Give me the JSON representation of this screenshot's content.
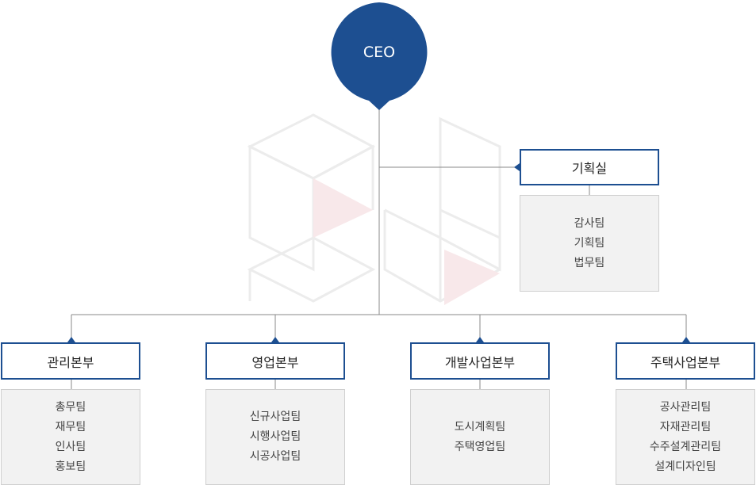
{
  "ceo": {
    "label": "CEO"
  },
  "planning": {
    "title": "기획실",
    "teams": [
      "감사팀",
      "기획팀",
      "법무팀"
    ]
  },
  "divisions": [
    {
      "title": "관리본부",
      "teams": [
        "총무팀",
        "재무팀",
        "인사팀",
        "홍보팀"
      ]
    },
    {
      "title": "영업본부",
      "teams": [
        "신규사업팀",
        "시행사업팀",
        "시공사업팀"
      ]
    },
    {
      "title": "개발사업본부",
      "teams": [
        "도시계획팀",
        "주택영업팀"
      ]
    },
    {
      "title": "주택사업본부",
      "teams": [
        "공사관리팀",
        "자재관리팀",
        "수주설계관리팀",
        "설계디자인팀"
      ]
    }
  ],
  "colors": {
    "primary": "#1d4f91",
    "line": "#888888",
    "team_bg": "#f2f2f2"
  }
}
